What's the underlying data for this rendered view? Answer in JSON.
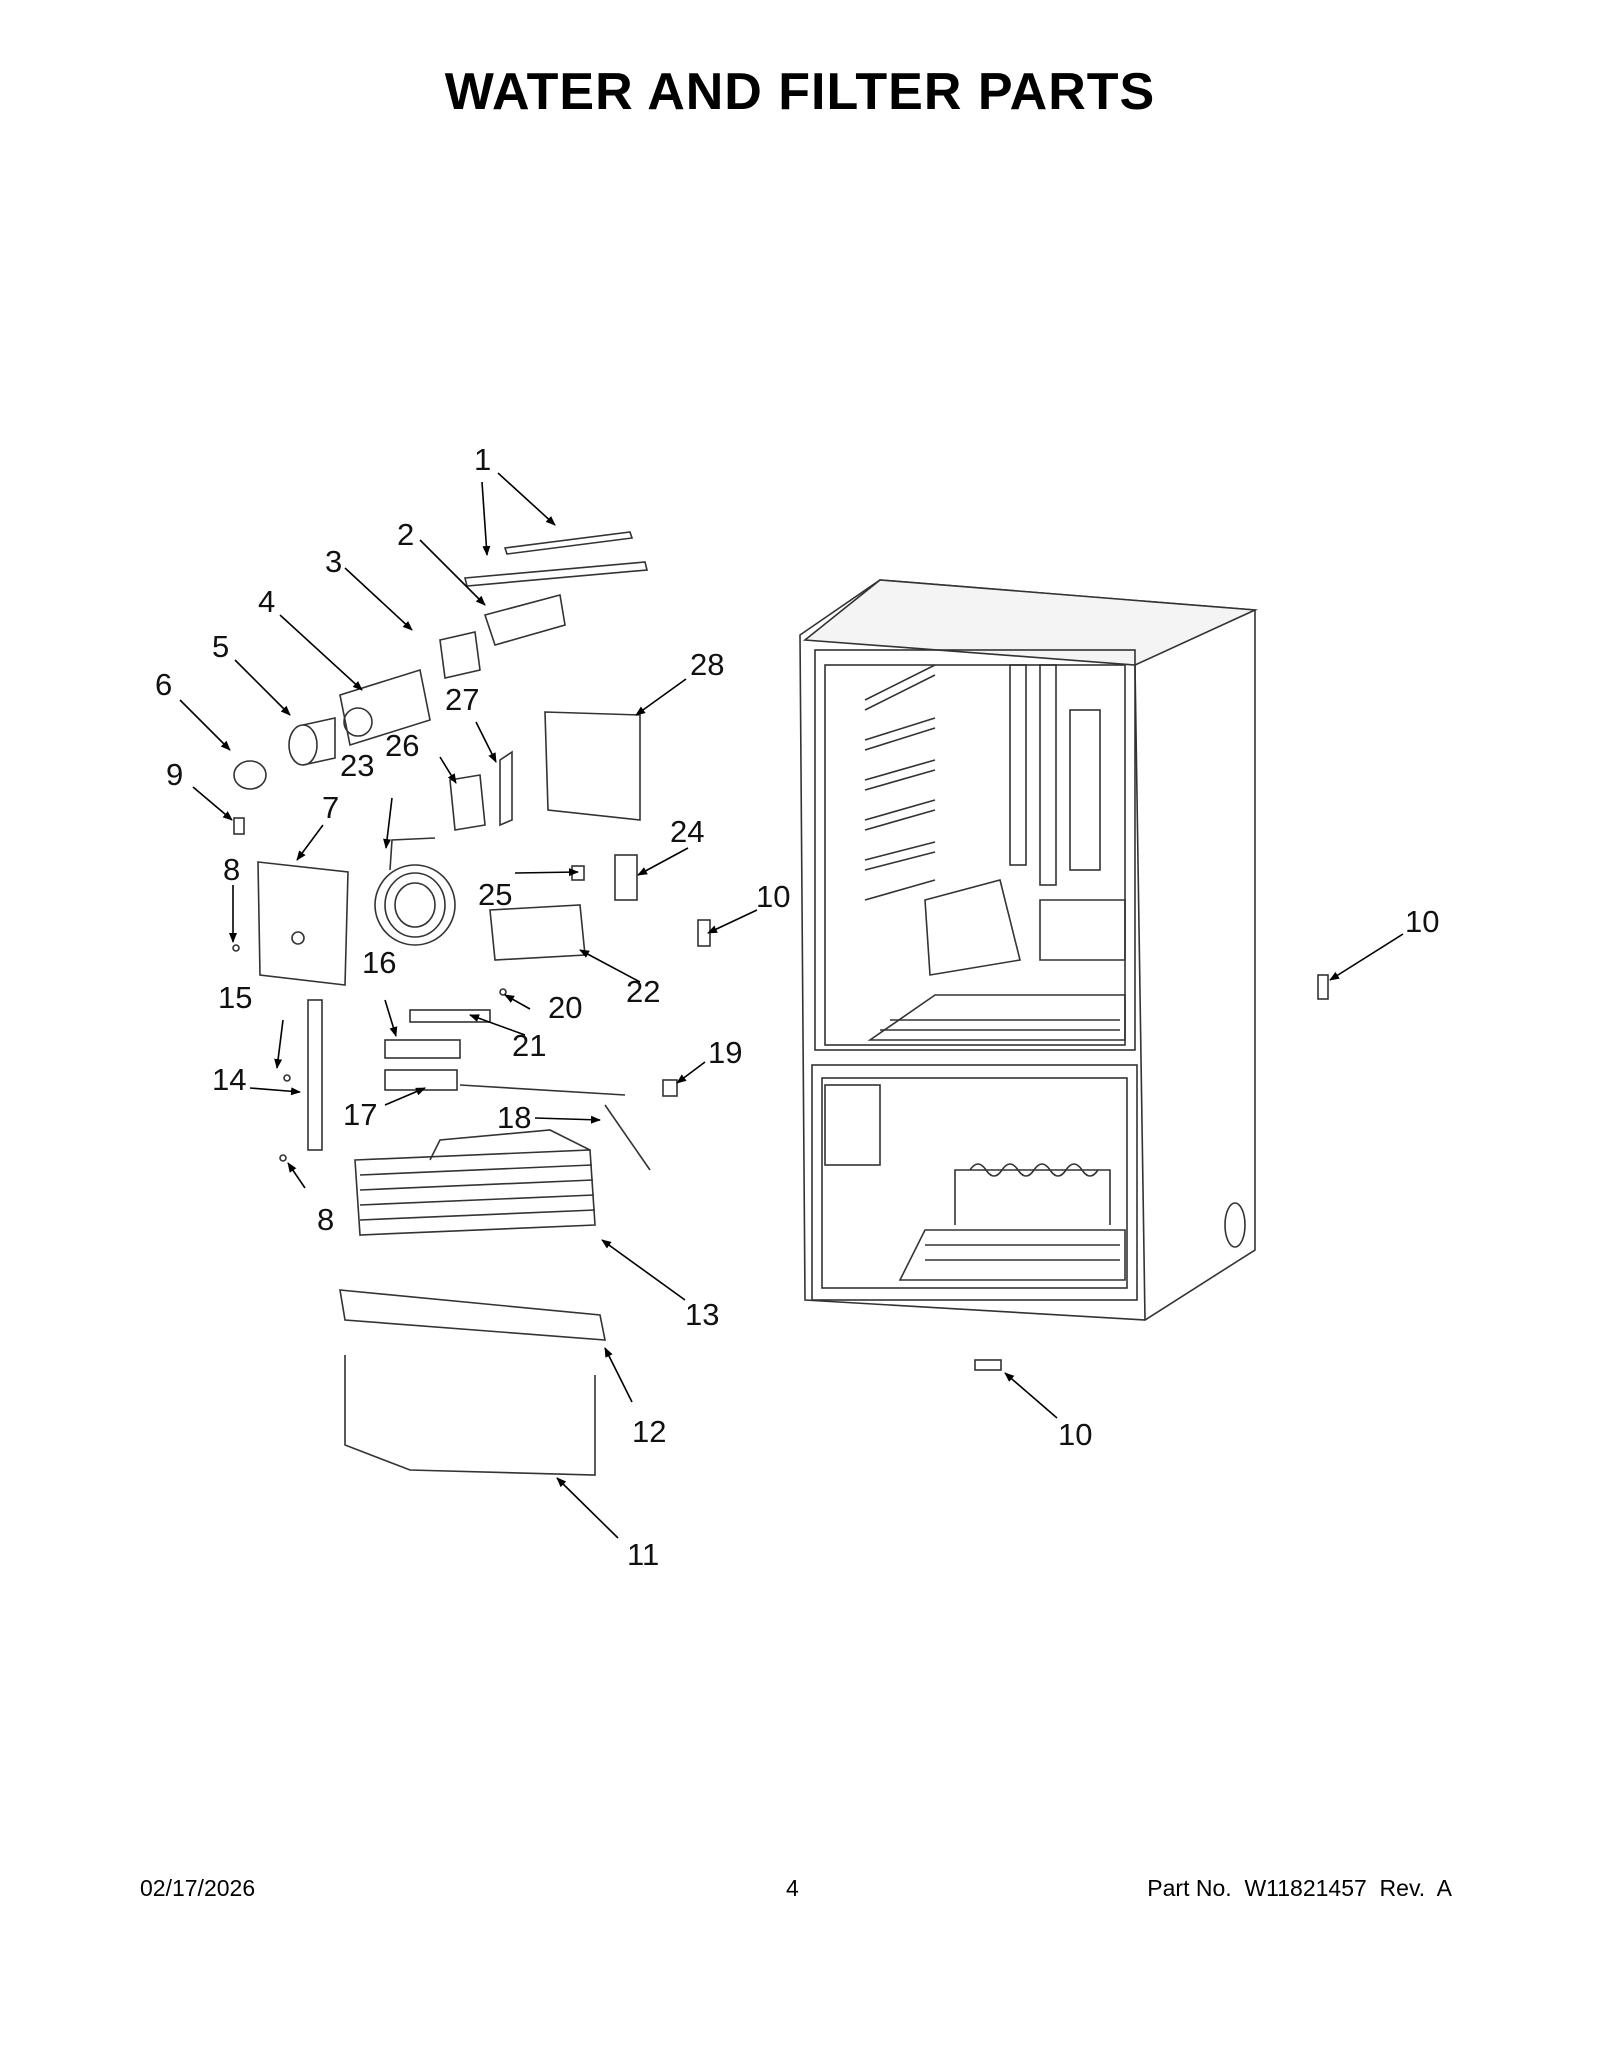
{
  "title": "WATER AND FILTER PARTS",
  "callouts": [
    "1",
    "2",
    "3",
    "4",
    "5",
    "6",
    "7",
    "8",
    "9",
    "10",
    "11",
    "12",
    "13",
    "14",
    "15",
    "16",
    "17",
    "18",
    "19",
    "20",
    "21",
    "22",
    "23",
    "24",
    "25",
    "26",
    "27",
    "28"
  ],
  "footer": {
    "date": "02/17/2026",
    "page": "4",
    "part_label": "Part No.  W11821457  Rev.  A"
  }
}
